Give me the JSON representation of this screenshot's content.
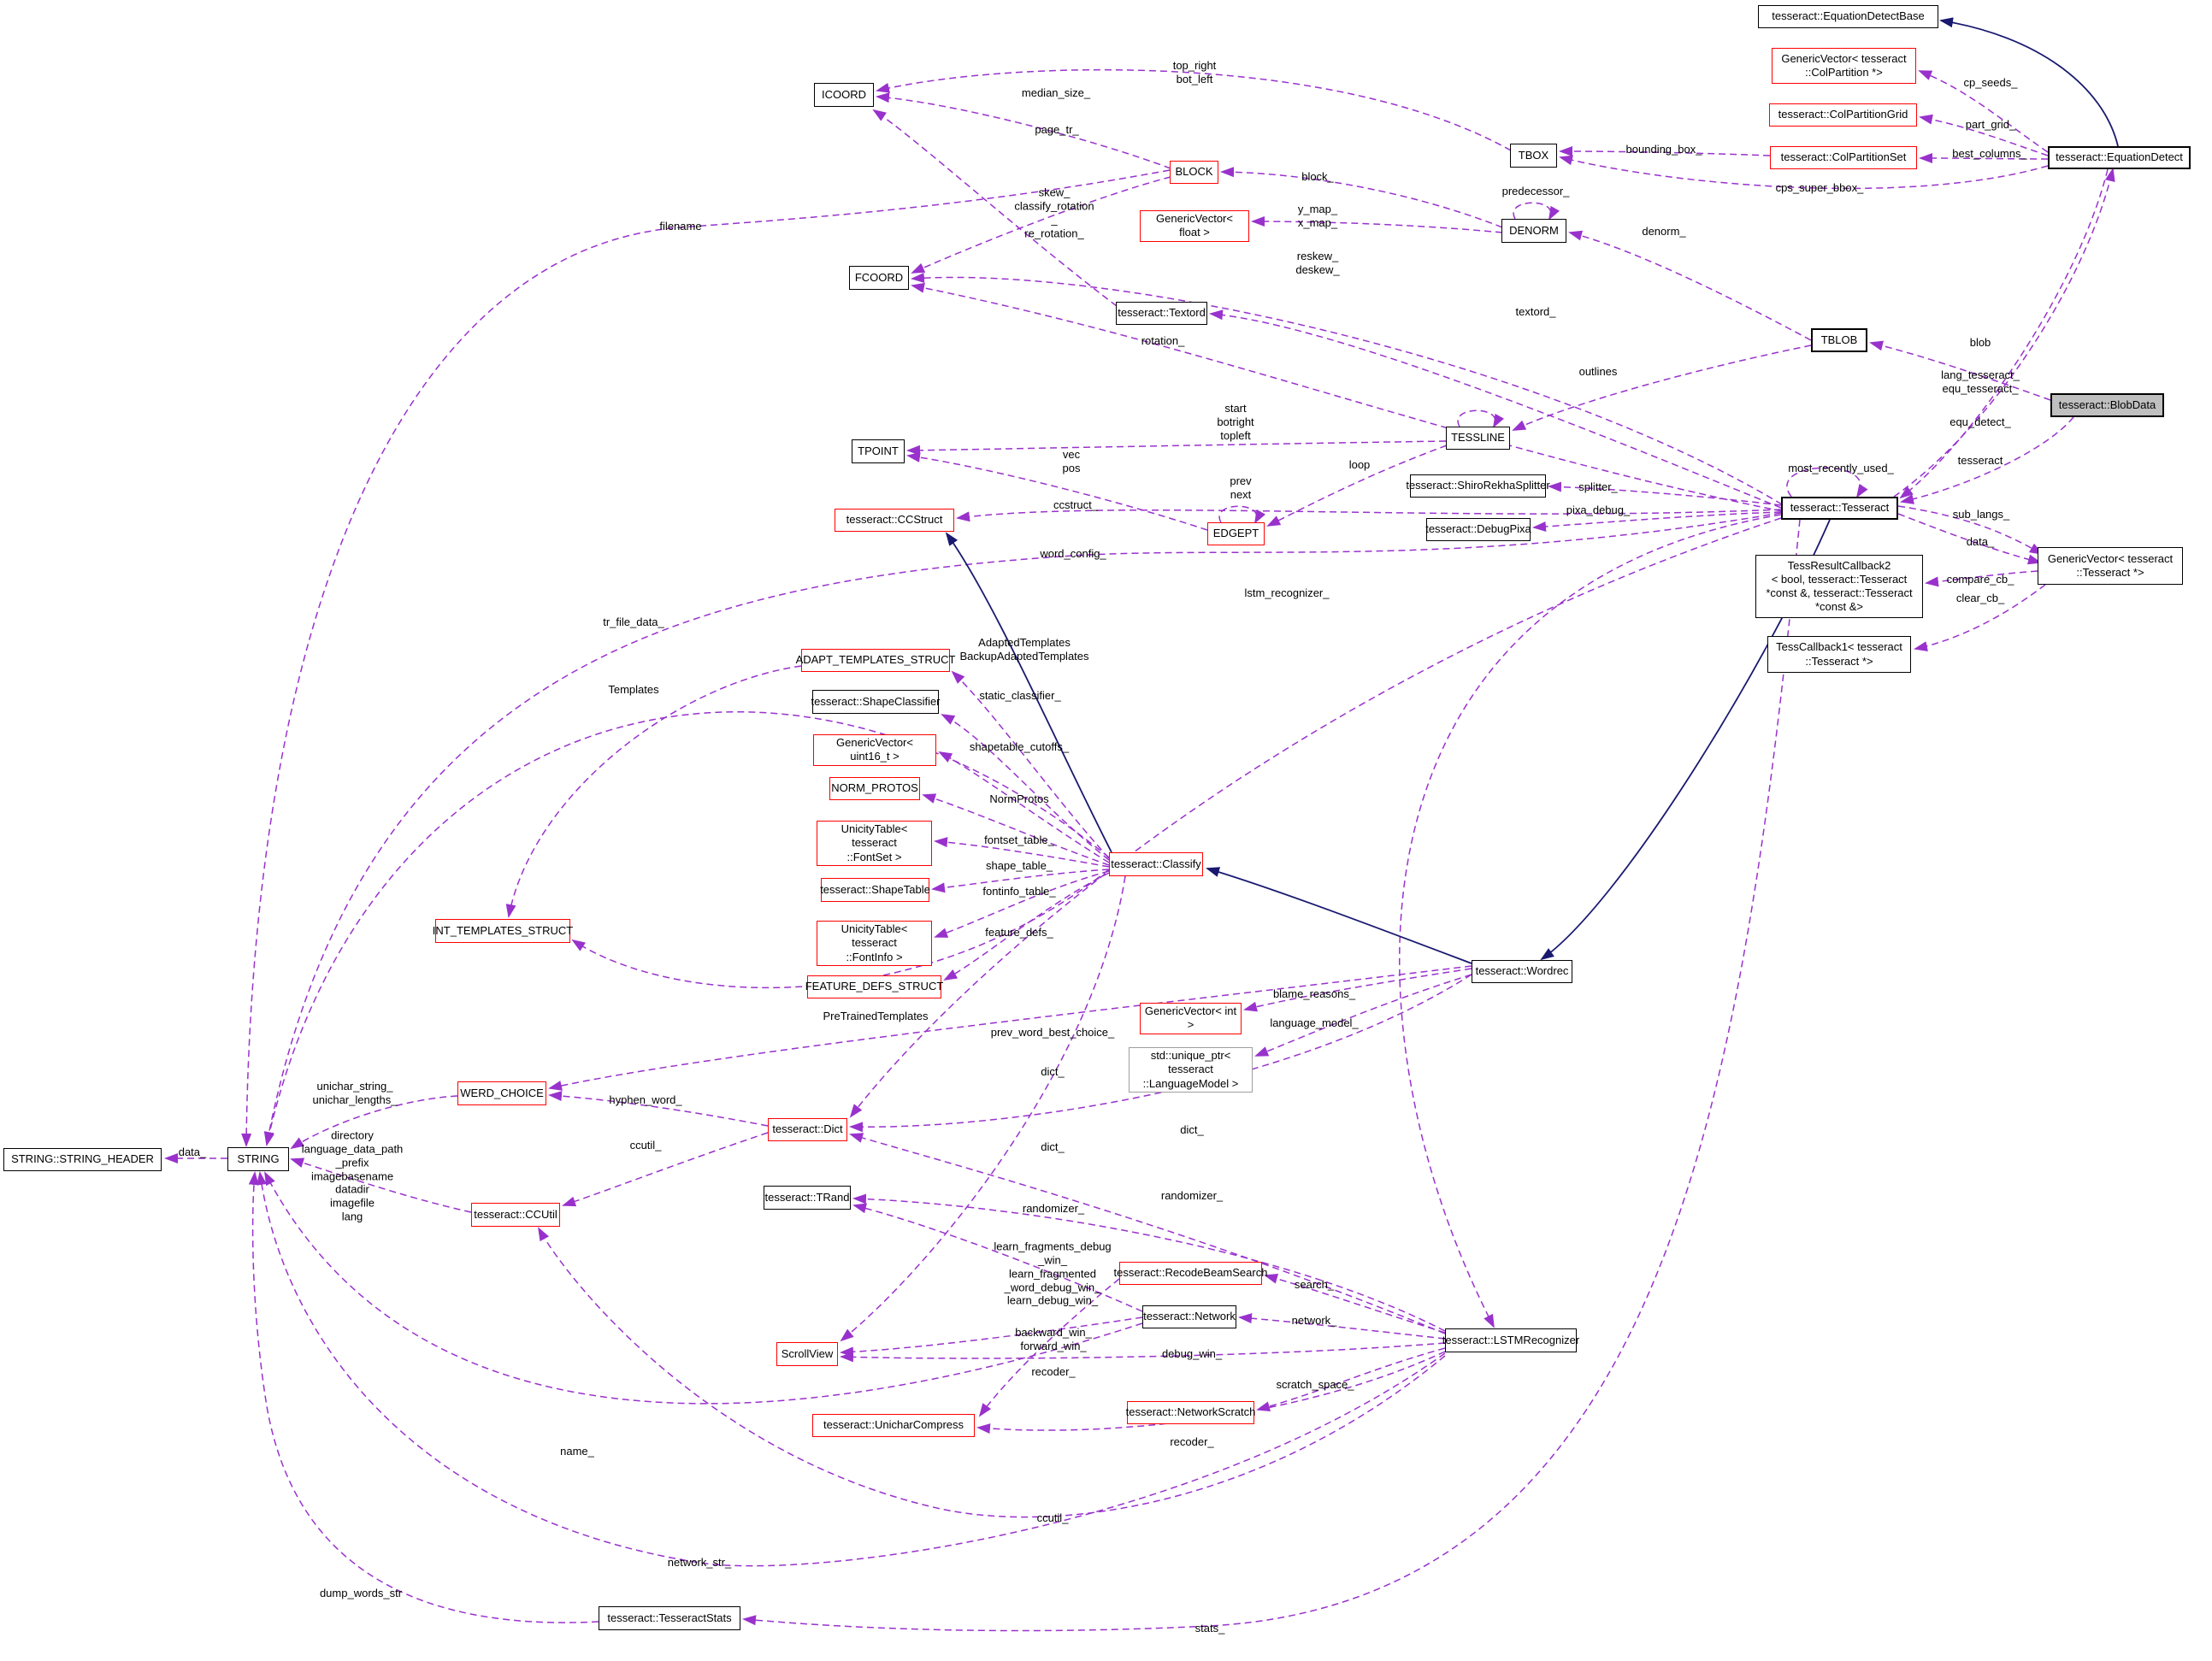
{
  "diagram": {
    "type": "collaboration-graph",
    "main_node": "tesseract::BlobData",
    "colors": {
      "usage_edge": "#9932cc",
      "inheritance_edge": "#191970",
      "highlight_border": "#ff0000",
      "normal_border": "#000000",
      "main_fill": "#bfbfbf",
      "background": "#ffffff"
    },
    "nodes": [
      {
        "id": "equation-detect-base",
        "label": "tesseract::EquationDetectBase"
      },
      {
        "id": "gv-colpartition",
        "label": "GenericVector< tesseract\n::ColPartition *>"
      },
      {
        "id": "colpartition-grid",
        "label": "tesseract::ColPartitionGrid"
      },
      {
        "id": "colpartition-set",
        "label": "tesseract::ColPartitionSet"
      },
      {
        "id": "equation-detect",
        "label": "tesseract::EquationDetect"
      },
      {
        "id": "icoord",
        "label": "ICOORD"
      },
      {
        "id": "block",
        "label": "BLOCK"
      },
      {
        "id": "gv-float",
        "label": "GenericVector< float >"
      },
      {
        "id": "fcoord",
        "label": "FCOORD"
      },
      {
        "id": "tbox",
        "label": "TBOX"
      },
      {
        "id": "denorm",
        "label": "DENORM"
      },
      {
        "id": "textord",
        "label": "tesseract::Textord"
      },
      {
        "id": "tblob",
        "label": "TBLOB"
      },
      {
        "id": "blobdata",
        "label": "tesseract::BlobData"
      },
      {
        "id": "tpoint",
        "label": "TPOINT"
      },
      {
        "id": "tessline",
        "label": "TESSLINE"
      },
      {
        "id": "edgept",
        "label": "EDGEPT"
      },
      {
        "id": "shirorekha-splitter",
        "label": "tesseract::ShiroRekhaSplitter"
      },
      {
        "id": "debug-pixa",
        "label": "tesseract::DebugPixa"
      },
      {
        "id": "tesseract",
        "label": "tesseract::Tesseract"
      },
      {
        "id": "gv-tesseract",
        "label": "GenericVector< tesseract\n::Tesseract *>"
      },
      {
        "id": "tess-result-callback2",
        "label": "TessResultCallback2\n< bool, tesseract::Tesseract\n*const &, tesseract::Tesseract\n*const &>"
      },
      {
        "id": "tess-callback1",
        "label": "TessCallback1< tesseract\n::Tesseract *>"
      },
      {
        "id": "ccstruct",
        "label": "tesseract::CCStruct"
      },
      {
        "id": "adapt-templates-struct",
        "label": "ADAPT_TEMPLATES_STRUCT"
      },
      {
        "id": "shape-classifier",
        "label": "tesseract::ShapeClassifier"
      },
      {
        "id": "gv-uint16",
        "label": "GenericVector< uint16_t >"
      },
      {
        "id": "norm-protos",
        "label": "NORM_PROTOS"
      },
      {
        "id": "unicity-fontset",
        "label": "UnicityTable< tesseract\n::FontSet >"
      },
      {
        "id": "shape-table",
        "label": "tesseract::ShapeTable"
      },
      {
        "id": "unicity-fontinfo",
        "label": "UnicityTable< tesseract\n::FontInfo >"
      },
      {
        "id": "feature-defs-struct",
        "label": "FEATURE_DEFS_STRUCT"
      },
      {
        "id": "classify",
        "label": "tesseract::Classify"
      },
      {
        "id": "int-templates-struct",
        "label": "INT_TEMPLATES_STRUCT"
      },
      {
        "id": "werd-choice",
        "label": "WERD_CHOICE"
      },
      {
        "id": "dict",
        "label": "tesseract::Dict"
      },
      {
        "id": "trand",
        "label": "tesseract::TRand"
      },
      {
        "id": "ccutil",
        "label": "tesseract::CCUtil"
      },
      {
        "id": "scrollview",
        "label": "ScrollView"
      },
      {
        "id": "gv-int",
        "label": "GenericVector< int >"
      },
      {
        "id": "unique-ptr-language-model",
        "label": "std::unique_ptr< tesseract\n::LanguageModel >"
      },
      {
        "id": "recode-beam-search",
        "label": "tesseract::RecodeBeamSearch"
      },
      {
        "id": "network",
        "label": "tesseract::Network"
      },
      {
        "id": "lstm-recognizer",
        "label": "tesseract::LSTMRecognizer"
      },
      {
        "id": "network-scratch",
        "label": "tesseract::NetworkScratch"
      },
      {
        "id": "unichar-compress",
        "label": "tesseract::UnicharCompress"
      },
      {
        "id": "wordrec",
        "label": "tesseract::Wordrec"
      },
      {
        "id": "string-header",
        "label": "STRING::STRING_HEADER"
      },
      {
        "id": "string",
        "label": "STRING"
      },
      {
        "id": "tesseract-stats",
        "label": "tesseract::TesseractStats"
      }
    ],
    "edge_labels": [
      {
        "text": "top_right\nbot_left"
      },
      {
        "text": "median_size_"
      },
      {
        "text": "page_tr_"
      },
      {
        "text": "filename"
      },
      {
        "text": "skew_\nclassify_rotation\n_\nre_rotation_"
      },
      {
        "text": "block_"
      },
      {
        "text": "y_map_\nx_map_"
      },
      {
        "text": "reskew_\ndeskew_"
      },
      {
        "text": "predecessor_"
      },
      {
        "text": "bounding_box_"
      },
      {
        "text": "cps_super_bbox_"
      },
      {
        "text": "denorm_"
      },
      {
        "text": "textord_"
      },
      {
        "text": "rotation_"
      },
      {
        "text": "outlines"
      },
      {
        "text": "start\nbotright\ntopleft"
      },
      {
        "text": "vec\npos"
      },
      {
        "text": "prev\nnext"
      },
      {
        "text": "loop"
      },
      {
        "text": "splitter_"
      },
      {
        "text": "pixa_debug_"
      },
      {
        "text": "blob"
      },
      {
        "text": "lang_tesseract_\nequ_tesseract_"
      },
      {
        "text": "equ_detect_"
      },
      {
        "text": "tesseract"
      },
      {
        "text": "most_recently_used_"
      },
      {
        "text": "sub_langs_"
      },
      {
        "text": "data_"
      },
      {
        "text": "compare_cb_"
      },
      {
        "text": "clear_cb_"
      },
      {
        "text": "cp_seeds_"
      },
      {
        "text": "part_grid_"
      },
      {
        "text": "best_columns_"
      },
      {
        "text": "word_config_"
      },
      {
        "text": "ccstruct_"
      },
      {
        "text": "tr_file_data_"
      },
      {
        "text": "Templates"
      },
      {
        "text": "AdaptedTemplates\nBackupAdaptedTemplates"
      },
      {
        "text": "static_classifier_"
      },
      {
        "text": "shapetable_cutoffs_"
      },
      {
        "text": "NormProtos"
      },
      {
        "text": "fontset_table_"
      },
      {
        "text": "shape_table_"
      },
      {
        "text": "fontinfo_table_"
      },
      {
        "text": "feature_defs_"
      },
      {
        "text": "PreTrainedTemplates"
      },
      {
        "text": "prev_word_best_choice_"
      },
      {
        "text": "dict_"
      },
      {
        "text": "blame_reasons_"
      },
      {
        "text": "language_model_"
      },
      {
        "text": "dict_"
      },
      {
        "text": "dict_"
      },
      {
        "text": "randomizer_"
      },
      {
        "text": "randomizer_"
      },
      {
        "text": "learn_fragments_debug\n_win_\nlearn_fragmented\n_word_debug_win_\nlearn_debug_win_"
      },
      {
        "text": "search_"
      },
      {
        "text": "network_"
      },
      {
        "text": "backward_win_\nforward_win_"
      },
      {
        "text": "recoder_"
      },
      {
        "text": "debug_win_"
      },
      {
        "text": "scratch_space_"
      },
      {
        "text": "recoder_"
      },
      {
        "text": "ccutil_"
      },
      {
        "text": "hyphen_word_"
      },
      {
        "text": "ccutil_"
      },
      {
        "text": "unichar_string_\nunichar_lengths_"
      },
      {
        "text": "directory\nlanguage_data_path\n_prefix\nimagebasename\ndatadir\nimagefile\nlang"
      },
      {
        "text": "data_"
      },
      {
        "text": "name_"
      },
      {
        "text": "network_str_"
      },
      {
        "text": "dump_words_str"
      },
      {
        "text": "stats_"
      },
      {
        "text": "lstm_recognizer_"
      }
    ]
  }
}
